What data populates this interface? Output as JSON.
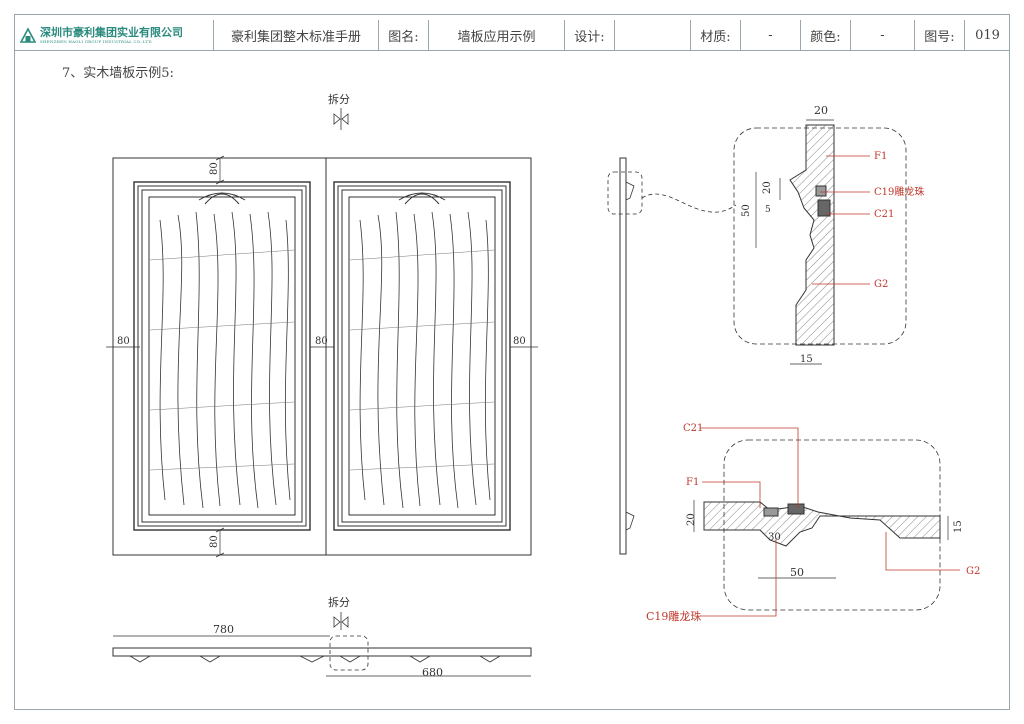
{
  "header": {
    "company": "深圳市豪利集团实业有限公司",
    "company_en": "SHENZHEN HAOLI GROUP INDUSTRIAL CO.,LTD",
    "manual": "豪利集团整木标准手册",
    "drawing_label": "图名:",
    "drawing_name": "墙板应用示例",
    "design_label": "设计:",
    "design_value": "",
    "material_label": "材质:",
    "material_value": "-",
    "color_label": "颜色:",
    "color_value": "-",
    "number_label": "图号:",
    "number_value": "019"
  },
  "subtitle": "7、实木墙板示例5:",
  "elevation": {
    "split_label_top": "拆分",
    "dim_top": "80",
    "dim_bottom": "80",
    "dim_left": "80",
    "dim_middle": "80",
    "dim_right": "80"
  },
  "plan": {
    "split_label": "拆分",
    "dim_left_width": "780",
    "dim_right_width": "680"
  },
  "detail_vertical": {
    "label_f1": "F1",
    "label_c19": "C19雕龙珠",
    "label_c21": "C21",
    "label_g2": "G2",
    "dim_20_top": "20",
    "dim_20_side": "20",
    "dim_50": "50",
    "dim_5": "5",
    "dim_15": "15"
  },
  "detail_horizontal": {
    "label_c21": "C21",
    "label_f1": "F1",
    "label_g2": "G2",
    "label_c19": "C19雕龙珠",
    "dim_20": "20",
    "dim_30": "30",
    "dim_50": "50",
    "dim_15": "15"
  },
  "colors": {
    "frame": "#9aa6ad",
    "line": "#333333",
    "leader": "#c0392b",
    "dim_text": "#333333",
    "brand": "#2b8a7e"
  }
}
